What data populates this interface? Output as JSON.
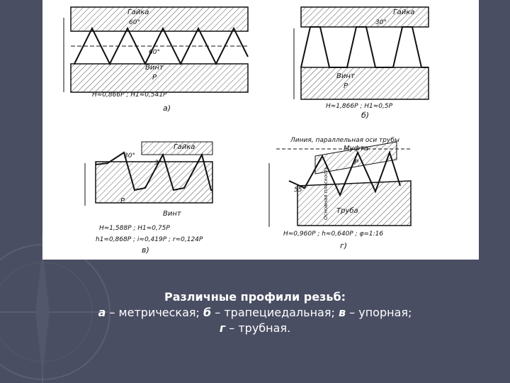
{
  "figure": {
    "a": {
      "label": "а)",
      "nut": "Гайка",
      "screw": "Винт",
      "angle_top": "60°",
      "angle_mid": "60°",
      "pitch": "P",
      "formula": "H≈0,866P ; H1≈0,541P"
    },
    "b": {
      "label": "б)",
      "nut": "Гайка",
      "screw": "Винт",
      "angle_top": "30°",
      "pitch": "P",
      "formula": "H≈1,866P ; H1≈0,5P"
    },
    "v": {
      "label": "в)",
      "nut": "Гайка",
      "screw": "Винт",
      "angle_top": "30°",
      "angle_side": "3°",
      "pitch": "P",
      "formula_1": "H≈1,588P ; H1≈0,75P",
      "formula_2": "h1≈0,868P ; i≈0,419P ; r≈0,124P"
    },
    "g": {
      "label": "г)",
      "line_text": "Линия, параллельная оси трубы",
      "nut": "Муфта",
      "pipe": "Труба",
      "plane": "Основная плоскость",
      "angle": "55°",
      "pitch": "P",
      "formula": "H≈0,960P ; h≈0,640P ; φ=1:16"
    }
  },
  "caption": {
    "title": "Различные профили резьб:",
    "line2_a": "а",
    "line2_a_text": " – метрическая; ",
    "line2_b": "б",
    "line2_b_text": " – трапециедальная; ",
    "line2_v": "в",
    "line2_v_text": " – упорная;",
    "line3_g": "г",
    "line3_g_text": " – трубная."
  },
  "colors": {
    "background": "#4a4e63",
    "panel": "#ffffff",
    "caption_text": "#ffffff"
  }
}
